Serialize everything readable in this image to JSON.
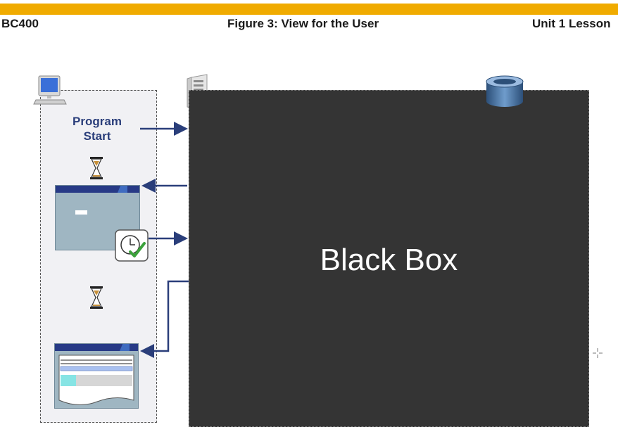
{
  "header": {
    "left": "BC400",
    "center": "Figure 3: View for the User",
    "right": "Unit 1 Lesson"
  },
  "diagram": {
    "program_start": "Program\nStart",
    "black_box_label": "Black Box"
  },
  "colors": {
    "accent_bar": "#f0ab00",
    "black_box": "#343434",
    "arrow": "#2a3e7a",
    "window_title": "#273a86",
    "window_body": "#9fb6c2"
  },
  "icons": [
    "computer-icon",
    "server-icon",
    "database-icon",
    "hourglass-icon",
    "clock-check-icon",
    "report-window-icon"
  ]
}
